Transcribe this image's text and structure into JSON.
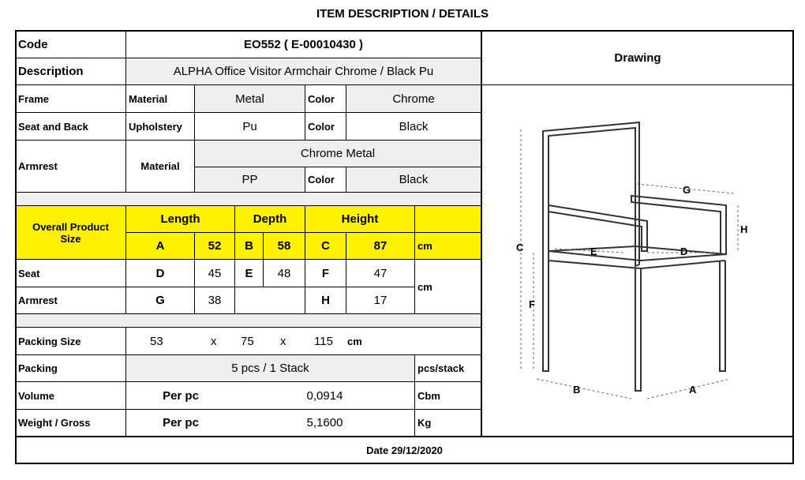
{
  "header": {
    "title": "ITEM DESCRIPTION / DETAILS"
  },
  "code": {
    "label": "Code",
    "value": "EO552  ( E-00010430 )"
  },
  "description": {
    "label": "Description",
    "value": "ALPHA  Office Visitor Armchair Chrome / Black Pu"
  },
  "drawing": {
    "label": "Drawing"
  },
  "frame": {
    "label": "Frame",
    "material_label": "Material",
    "material": "Metal",
    "color_label": "Color",
    "color": "Chrome"
  },
  "seat_back": {
    "label": "Seat and Back",
    "upholstery_label": "Upholstery",
    "upholstery": "Pu",
    "color_label": "Color",
    "color": "Black"
  },
  "armrest": {
    "label": "Armrest",
    "material_label": "Material",
    "material_1": "Chrome Metal",
    "material_2": "PP",
    "color_label": "Color",
    "color": "Black"
  },
  "overall": {
    "label": "Overall Product Size",
    "length_label": "Length",
    "depth_label": "Depth",
    "height_label": "Height",
    "a_label": "A",
    "a": "52",
    "b_label": "B",
    "b": "58",
    "c_label": "C",
    "c": "87",
    "unit": "cm"
  },
  "seat": {
    "label": "Seat",
    "d_label": "D",
    "d": "45",
    "e_label": "E",
    "e": "48",
    "f_label": "F",
    "f": "47"
  },
  "armrest_dims": {
    "label": "Armrest",
    "g_label": "G",
    "g": "38",
    "h_label": "H",
    "h": "17",
    "unit": "cm"
  },
  "packing_size": {
    "label": "Packing Size",
    "l": "53",
    "x1": "x",
    "w": "75",
    "x2": "x",
    "h": "115",
    "unit": "cm"
  },
  "packing": {
    "label": "Packing",
    "value": "5 pcs / 1 Stack",
    "unit": "pcs/stack"
  },
  "volume": {
    "label": "Volume",
    "per": "Per pc",
    "value": "0,0914",
    "unit": "Cbm"
  },
  "weight": {
    "label": "Weight / Gross",
    "per": "Per pc",
    "value": "5,1600",
    "unit": "Kg"
  },
  "footer": {
    "date": "Date 29/12/2020"
  },
  "diagram_labels": {
    "a": "A",
    "b": "B",
    "c": "C",
    "d": "D",
    "e": "E",
    "f": "F",
    "g": "G",
    "h": "H"
  },
  "colors": {
    "highlight": "#fff200",
    "shade": "#efefef",
    "border": "#000000"
  }
}
